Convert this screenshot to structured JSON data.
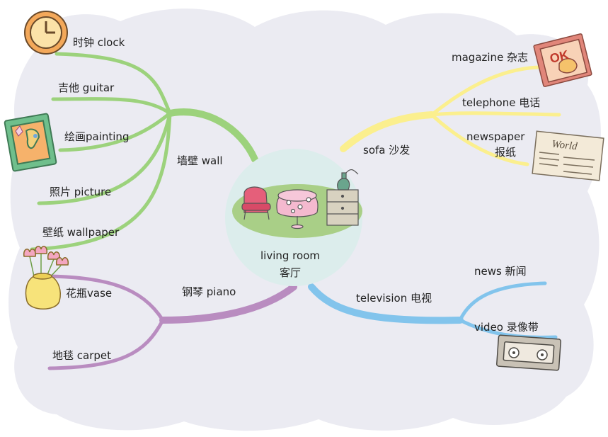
{
  "colors": {
    "cloud": "#ebebf2",
    "center_circle": "#dcedec",
    "wall_branch": "#9cd27c",
    "sofa_branch": "#fbef8e",
    "piano_branch": "#b98cc0",
    "television_branch": "#82c4ec"
  },
  "center": {
    "line1": "living room",
    "line2": "客厅"
  },
  "branches": {
    "wall": {
      "label": "墙壁 wall",
      "items": [
        "时钟 clock",
        "吉他 guitar",
        "绘画painting",
        "照片 picture",
        "壁纸 wallpaper"
      ]
    },
    "sofa": {
      "label": "sofa 沙发",
      "items": [
        "magazine 杂志",
        "telephone 电话"
      ],
      "newspaper_line1": "newspaper",
      "newspaper_line2": "报纸"
    },
    "piano": {
      "label": "钢琴 piano",
      "items": [
        "花瓶vase",
        "地毯 carpet"
      ]
    },
    "television": {
      "label": "television 电视",
      "items": [
        "news 新闻",
        "video 录像带"
      ]
    }
  },
  "illustrations": {
    "magazine_cover_text": "OK",
    "newspaper_masthead": "World",
    "icons": [
      "clock-icon",
      "painting-icon",
      "vase-icon",
      "magazine-icon",
      "newspaper-icon",
      "video-cassette-icon",
      "living-room-furniture-icon"
    ]
  }
}
